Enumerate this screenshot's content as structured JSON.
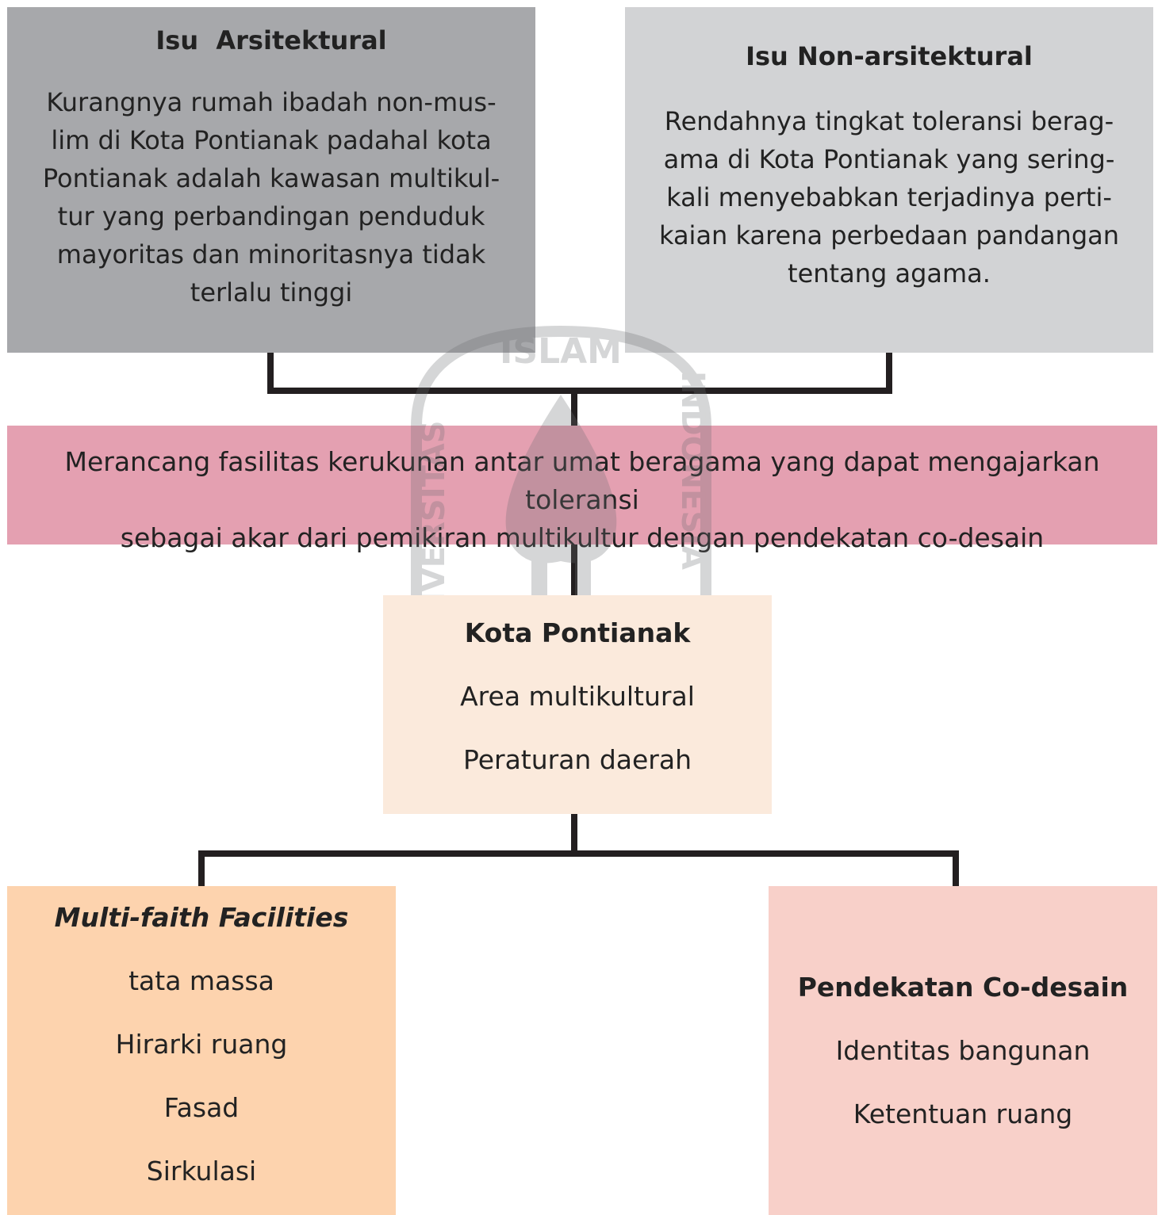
{
  "arsitektural": {
    "title": "Isu  Arsitektural",
    "lines": [
      "Kurangnya rumah ibadah non-mus-",
      "lim di Kota Pontianak padahal kota",
      "Pontianak adalah kawasan multikul-",
      "tur yang perbandingan penduduk",
      "mayoritas dan minoritasnya tidak",
      "terlalu tinggi"
    ]
  },
  "non_arsitektural": {
    "title": "Isu Non-arsitektural",
    "lines": [
      "Rendahnya tingkat toleransi berag-",
      "ama di Kota Pontianak yang sering-",
      "kali menyebabkan terjadinya perti-",
      "kaian karena perbedaan pandangan",
      "tentang agama."
    ]
  },
  "goal": {
    "lines": [
      "Merancang fasilitas kerukunan antar umat beragama yang dapat mengajarkan toleransi",
      "sebagai akar dari pemikiran multikultur dengan pendekatan co-desain"
    ]
  },
  "kota": {
    "title": "Kota Pontianak",
    "items": [
      "Area multikultural",
      "Peraturan daerah"
    ]
  },
  "multifaith": {
    "title": "Multi-faith Facilities",
    "items": [
      "tata massa",
      "Hirarki ruang",
      "Fasad",
      "Sirkulasi"
    ]
  },
  "codesain": {
    "title": "Pendekatan Co-desain",
    "items": [
      "Identitas bangunan",
      "Ketentuan ruang"
    ]
  },
  "watermark": {
    "text_top": "ISLAM",
    "text_left": "UNIVERSITAS",
    "text_right": "INDONESIA"
  },
  "colors": {
    "arsitektural": "#a7a8ab",
    "non_arsitektural": "#d2d3d5",
    "goal": "#e4a0b1",
    "kota": "#fbeadc",
    "multifaith": "#fdd3ae",
    "codesain": "#f8d0c9",
    "connector": "#231f20"
  }
}
